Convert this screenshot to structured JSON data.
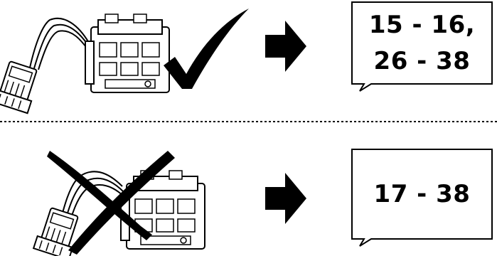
{
  "rows": [
    {
      "status": "connected",
      "mark": "check",
      "pages_line1": "15 - 16,",
      "pages_line2": "26 - 38"
    },
    {
      "status": "disconnected",
      "mark": "cross",
      "pages_line1": "17 - 38"
    }
  ]
}
